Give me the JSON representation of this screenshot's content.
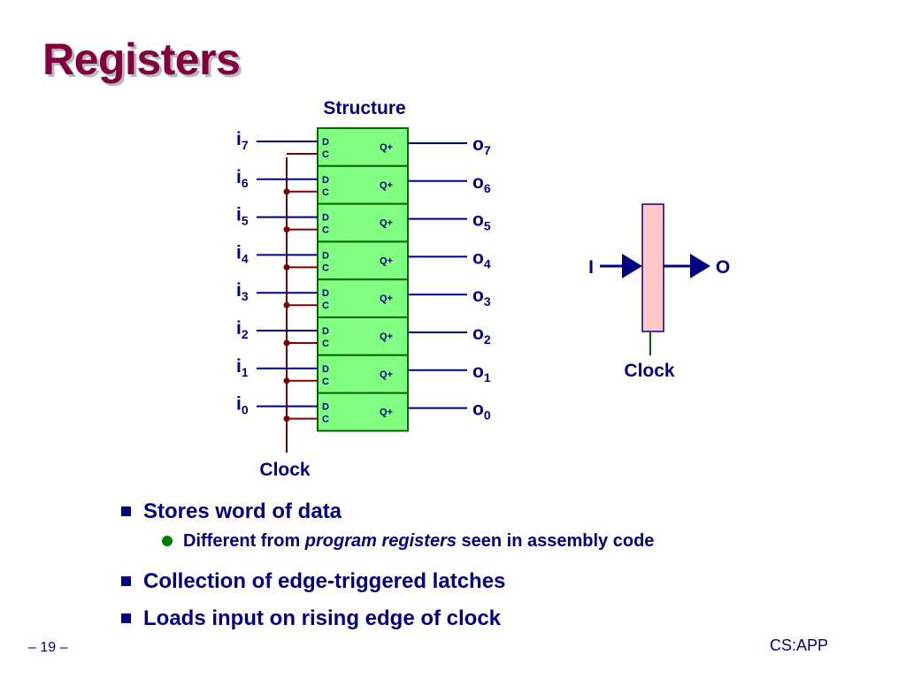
{
  "slide": {
    "title": "Registers",
    "footer_left": "– 19 –",
    "footer_right": "CS:APP"
  },
  "diagram": {
    "structure_label": "Structure",
    "clock_label": "Clock",
    "cell_d": "D",
    "cell_c": "C",
    "cell_q": "Q+",
    "inputs": [
      "7",
      "6",
      "5",
      "4",
      "3",
      "2",
      "1",
      "0"
    ],
    "outputs": [
      "7",
      "6",
      "5",
      "4",
      "3",
      "2",
      "1",
      "0"
    ],
    "input_prefix": "i",
    "output_prefix": "o",
    "symbol_input": "I",
    "symbol_output": "O",
    "symbol_clock": "Clock",
    "colors": {
      "cell_fill": "#80ff80",
      "cell_border": "#006600",
      "clock_wire": "#800000",
      "data_wire": "#000080",
      "register_fill": "#ffc8c8",
      "title": "#800040"
    }
  },
  "bullets": {
    "item1": "Stores word of data",
    "sub1_prefix": "Different from ",
    "sub1_emphasis": "program registers",
    "sub1_suffix": " seen in assembly code",
    "item2": "Collection of edge-triggered latches",
    "item3": "Loads input on rising edge of clock"
  }
}
